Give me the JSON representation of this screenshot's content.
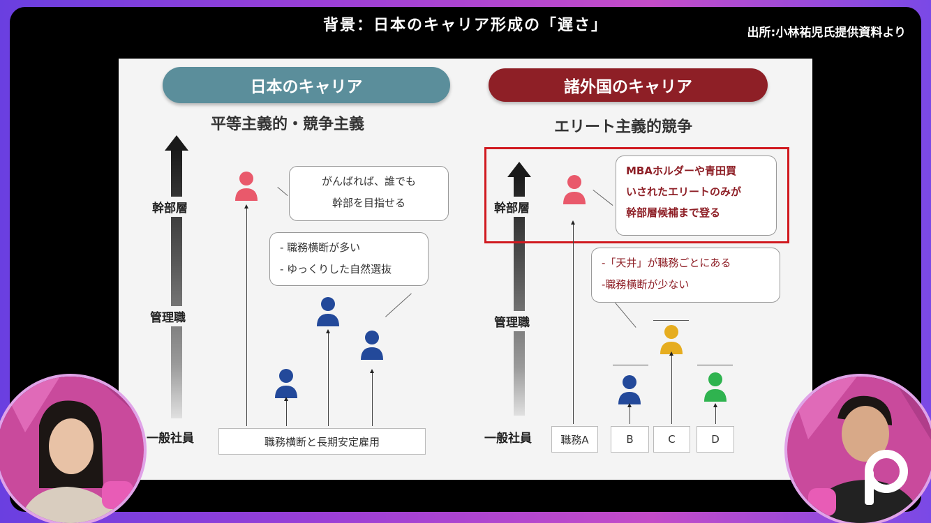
{
  "header": {
    "title": "背景：日本のキャリア形成の「遅さ」",
    "source": "出所:小林祐児氏提供資料より"
  },
  "left_panel": {
    "title": "日本のキャリア",
    "subtitle": "平等主義的・競争主義",
    "levels": {
      "top": "幹部層",
      "middle": "管理職",
      "bottom": "一般社員"
    },
    "bubble_top": [
      "がんばれば、誰でも",
      "幹部を目指せる"
    ],
    "bubble_mid": [
      "- 職務横断が多い",
      "- ゆっくりした自然選抜"
    ],
    "base_box": "職務横断と長期安定雇用"
  },
  "right_panel": {
    "title": "諸外国のキャリア",
    "subtitle": "エリート主義的競争",
    "levels": {
      "top": "幹部層",
      "middle": "管理職",
      "bottom": "一般社員"
    },
    "bubble_top": [
      "MBAホルダーや青田買",
      "いされたエリートのみが",
      "幹部層候補まで登る"
    ],
    "bubble_mid": [
      "-「天井」が職務ごとにある",
      "-職務横断が少ない"
    ],
    "jobs": [
      "職務A",
      "B",
      "C",
      "D"
    ]
  },
  "colors": {
    "jp_pill": "#5b8e9b",
    "fr_pill": "#8e1f26",
    "highlight": "#d0191f",
    "person_red": "#e9596b",
    "person_blue": "#23499a",
    "person_yellow": "#e6ad1f",
    "person_green": "#2fb34f"
  },
  "icons": [
    "person-icon",
    "up-arrow-icon"
  ]
}
